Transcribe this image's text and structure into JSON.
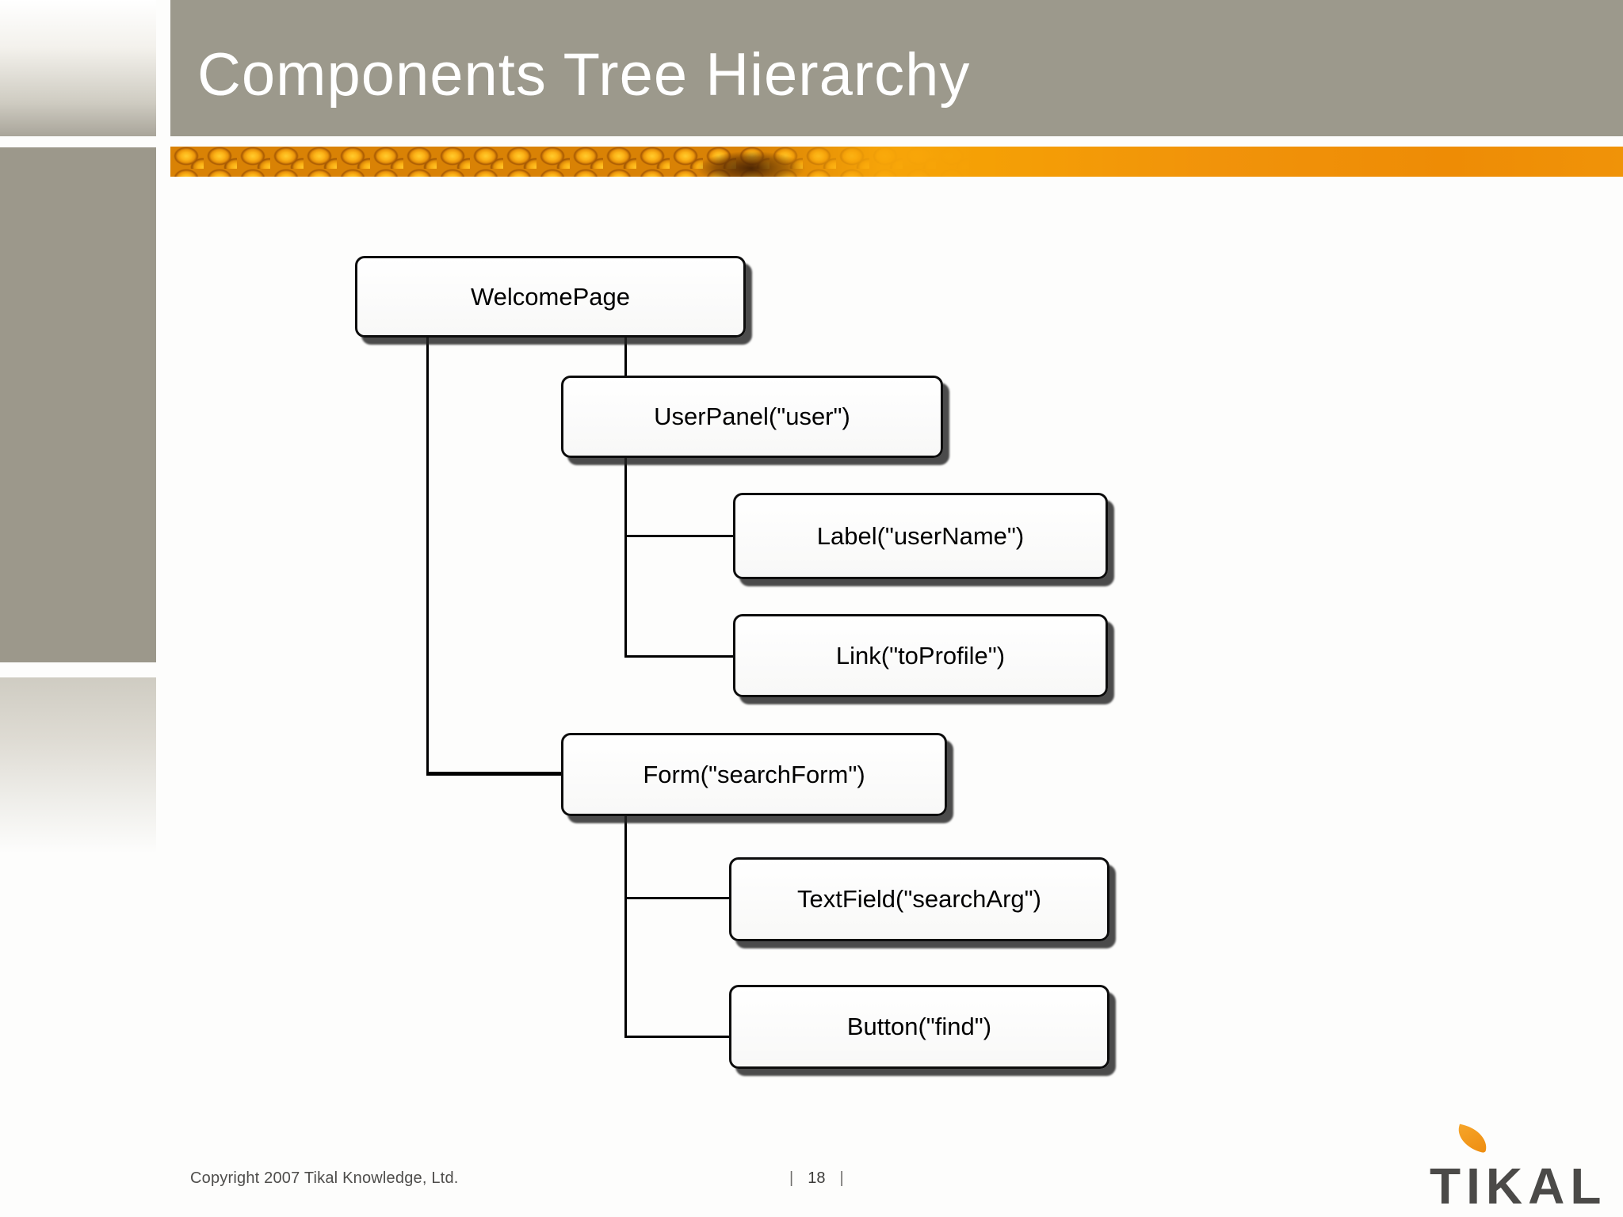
{
  "header": {
    "title": "Components Tree Hierarchy"
  },
  "diagram": {
    "type": "tree",
    "nodes": [
      {
        "id": 0,
        "label": "WelcomePage",
        "children": [
          1,
          4
        ]
      },
      {
        "id": 1,
        "label": "UserPanel(\"user\")",
        "children": [
          2,
          3
        ]
      },
      {
        "id": 2,
        "label": "Label(\"userName\")",
        "children": []
      },
      {
        "id": 3,
        "label": "Link(\"toProfile\")",
        "children": []
      },
      {
        "id": 4,
        "label": "Form(\"searchForm\")",
        "children": [
          5,
          6
        ]
      },
      {
        "id": 5,
        "label": "TextField(\"searchArg\")",
        "children": []
      },
      {
        "id": 6,
        "label": "Button(\"find\")",
        "children": []
      }
    ]
  },
  "footer": {
    "copyright": "Copyright 2007 Tikal Knowledge, Ltd.",
    "separator": "|",
    "page_number": "18"
  },
  "logo": {
    "text": "TIKAL"
  },
  "colors": {
    "header_gray": "#9c998c",
    "accent_orange": "#f09308",
    "corn_dark": "#5f3004",
    "box_fill": "#ffffff",
    "box_border": "#0d0d0d",
    "box_shadow": "#232323",
    "footer_text": "#4e4d4b",
    "logo_text": "#4b4a48",
    "logo_leaf": "#ee8d10",
    "title_text": "#ffffff"
  }
}
